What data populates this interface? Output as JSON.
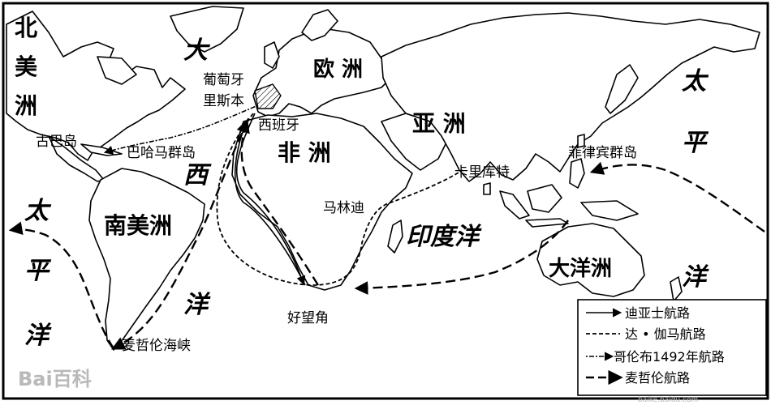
{
  "map": {
    "continents": {
      "north_america": [
        "北",
        "美",
        "洲"
      ],
      "europe": "欧 洲",
      "asia": "亚  洲",
      "africa": "非 洲",
      "south_america": "南美洲",
      "oceania": "大洋洲"
    },
    "oceans": {
      "atlantic": [
        "大",
        "西",
        "洋"
      ],
      "indian": "印度洋",
      "pacific_west": [
        "太",
        "平",
        "洋"
      ],
      "pacific_east": [
        "太",
        "平",
        "洋"
      ]
    },
    "places": {
      "portugal": "葡萄牙",
      "lisbon": "里斯本",
      "spain": "西班牙",
      "cuba": "古巴岛",
      "bahamas": "巴哈马群岛",
      "calicut": "卡里库特",
      "malindi": "马林迪",
      "philippines": "菲律宾群岛",
      "cape_good_hope": "好望角",
      "strait_magellan": "麦哲伦海峡"
    }
  },
  "legend": {
    "items": [
      {
        "label": "迪亚士航路",
        "style": "solid-arrow"
      },
      {
        "label": "达 • 伽马航路",
        "style": "dashed"
      },
      {
        "label": "哥伦布1492年航路",
        "style": "dash-dot-arrow"
      },
      {
        "label": "麦哲伦航路",
        "style": "bold-dashed-arrow"
      }
    ]
  },
  "watermark": {
    "brand": "Bai百科",
    "footer": "baike.baidu.com"
  },
  "colors": {
    "ink": "#000000",
    "background": "#ffffff",
    "watermark": "#b9b9b9"
  }
}
